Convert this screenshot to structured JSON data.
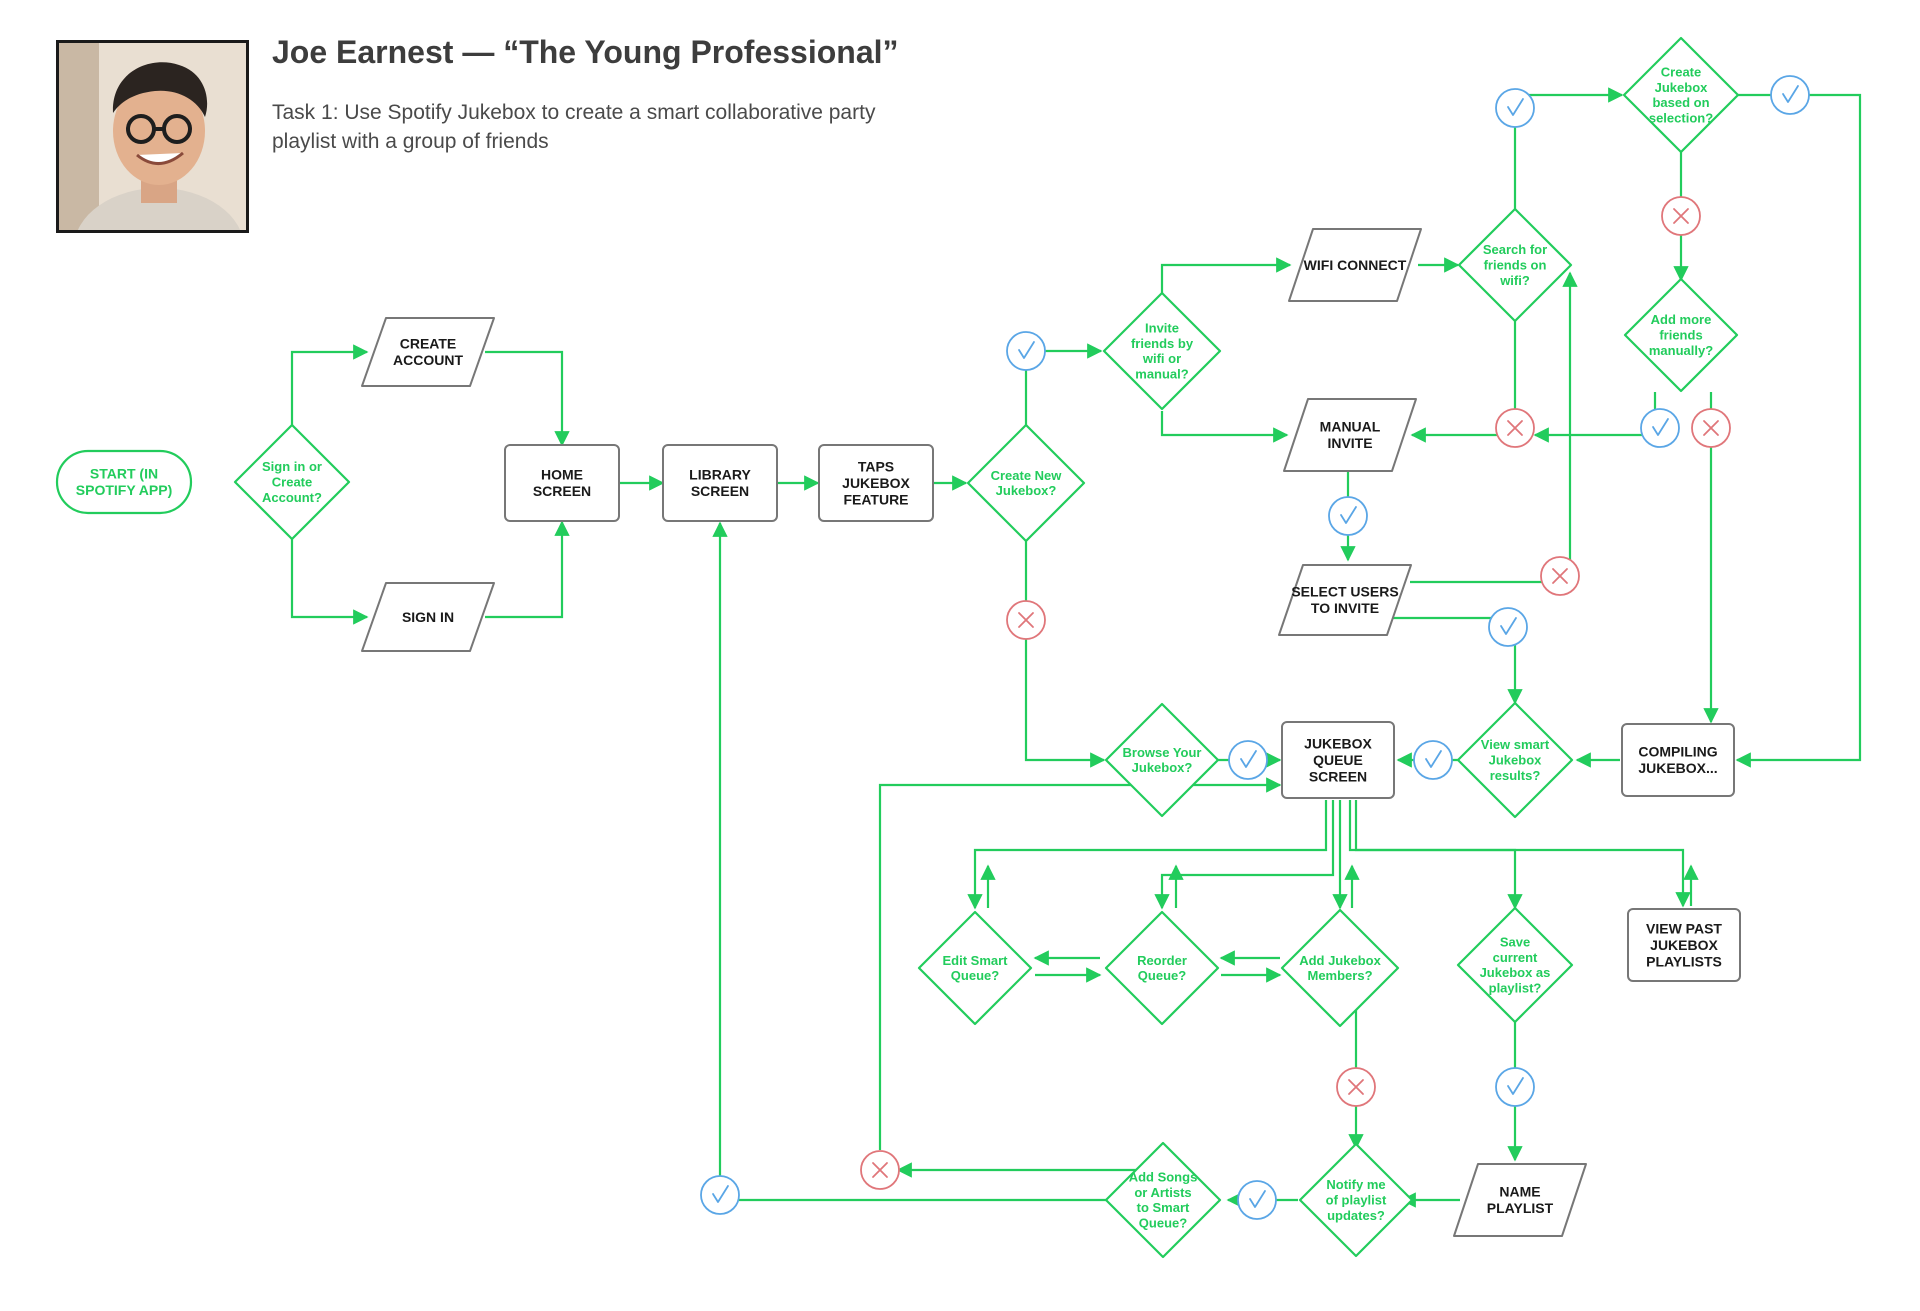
{
  "header": {
    "title": "Joe Earnest — “The Young Professional”",
    "subtitle": "Task 1: Use Spotify Jukebox to create a smart collaborative party playlist with a group of friends"
  },
  "colors": {
    "flow_green": "#22cc5c",
    "yes_blue": "#5aa6e6",
    "no_red": "#e0767a",
    "box_border": "#777777",
    "box_text": "#1a1a1a"
  },
  "nodes": {
    "start": "START (IN SPOTIFY APP)",
    "signin_decision": "Sign in or Create Account?",
    "create_account": "CREATE ACCOUNT",
    "sign_in": "SIGN IN",
    "home_screen": "HOME SCREEN",
    "library_screen": "LIBRARY SCREEN",
    "taps_jukebox": "TAPS JUKEBOX FEATURE",
    "create_new_jukebox": "Create New Jukebox?",
    "invite_decision": "Invite friends by wifi or manual?",
    "wifi_connect": "WIFI CONNECT",
    "search_wifi": "Search for friends on wifi?",
    "manual_invite": "MANUAL INVITE",
    "select_users": "SELECT USERS TO INVITE",
    "create_based_on_selection": "Create Jukebox based on selection?",
    "add_more_friends": "Add more friends manually?",
    "compiling": "COMPILING JUKEBOX...",
    "view_smart_results": "View smart Jukebox results?",
    "jukebox_queue": "JUKEBOX QUEUE SCREEN",
    "browse_jukebox": "Browse Your Jukebox?",
    "edit_smart_queue": "Edit Smart Queue?",
    "reorder_queue": "Reorder Queue?",
    "add_members": "Add Jukebox Members?",
    "save_playlist": "Save current Jukebox as playlist?",
    "view_past": "VIEW PAST JUKEBOX PLAYLISTS",
    "name_playlist": "NAME PLAYLIST",
    "notify_updates": "Notify me of playlist updates?",
    "add_songs": "Add Songs or Artists to Smart Queue?"
  }
}
